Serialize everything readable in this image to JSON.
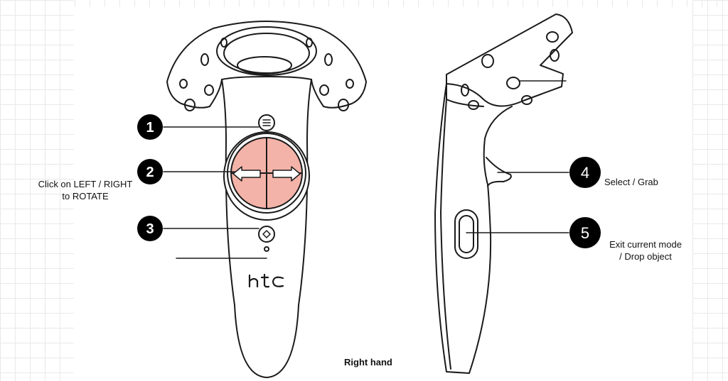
{
  "diagram": {
    "caption": "Right hand",
    "brand_logo": "htc",
    "callouts": [
      {
        "number": "1",
        "style": "filled-bold",
        "text": ""
      },
      {
        "number": "2",
        "style": "filled-bold",
        "text": "Click on LEFT / RIGHT\nto ROTATE"
      },
      {
        "number": "3",
        "style": "filled-bold",
        "text": ""
      },
      {
        "number": "4",
        "style": "filled-light",
        "text": "Select / Grab"
      },
      {
        "number": "5",
        "style": "filled-light",
        "text": "Exit current mode\n/ Drop object"
      }
    ],
    "colors": {
      "trackpad_fill": "#f4b3a8",
      "outline": "#1a1a1a",
      "badge": "#000000"
    },
    "icons": [
      "menu-icon",
      "system-icon",
      "arrow-left-icon",
      "arrow-right-icon"
    ]
  }
}
